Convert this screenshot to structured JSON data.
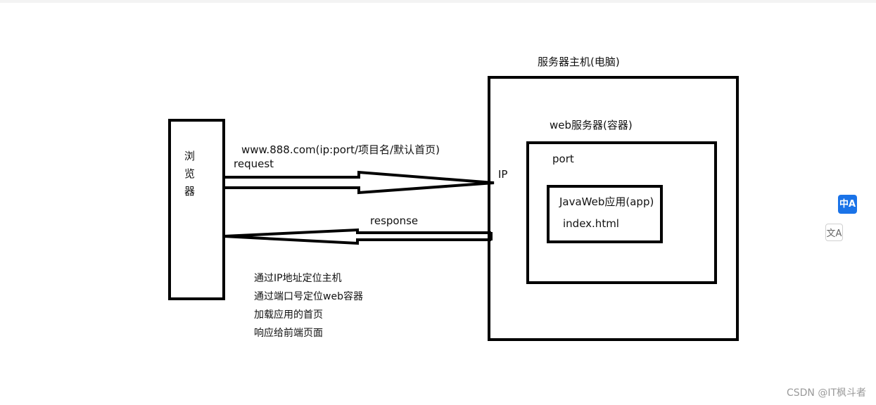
{
  "server_host": {
    "title": "服务器主机(电脑)",
    "ip_label": "IP"
  },
  "web_server": {
    "title": "web服务器(容器)",
    "port_label": "port"
  },
  "app": {
    "title": "JavaWeb应用(app)",
    "file": "index.html"
  },
  "browser": {
    "chars": [
      "浏",
      "览",
      "器"
    ]
  },
  "request": {
    "url": "www.888.com(ip:port/项目名/默认首页)",
    "label": "request"
  },
  "response": {
    "label": "response"
  },
  "notes": [
    "通过IP地址定位主机",
    "通过端口号定位web容器",
    "加载应用的首页",
    "响应给前端页面"
  ],
  "side_buttons": {
    "translate_primary": "中A",
    "translate_secondary": "文A"
  },
  "watermark": "CSDN @IT枫斗者"
}
